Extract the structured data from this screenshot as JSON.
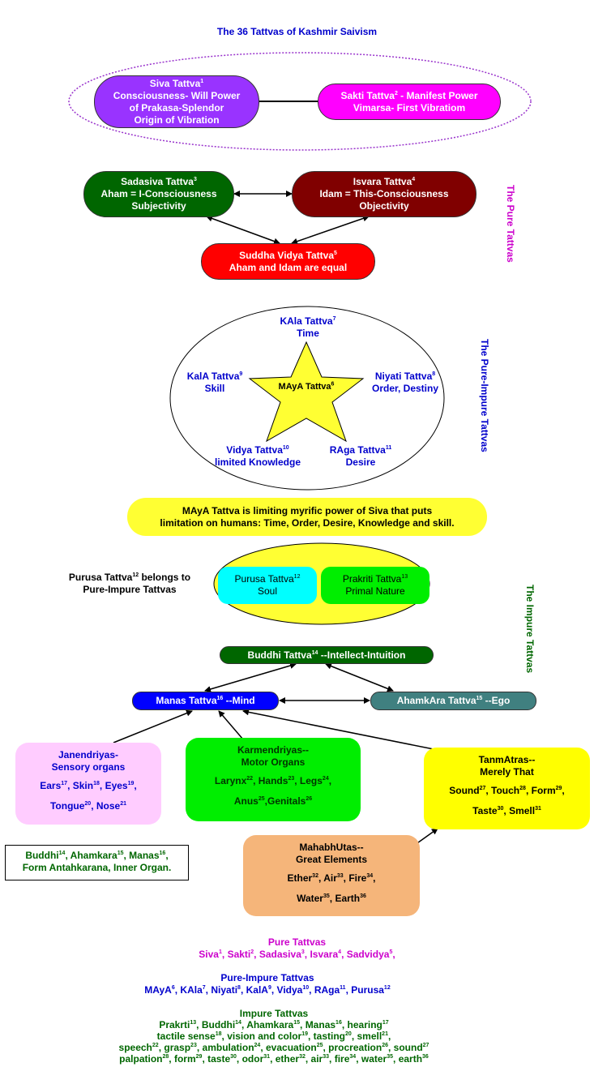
{
  "title": "The 36 Tattvas of Kashmir Saivism",
  "pure_label": "The Pure Tattvas",
  "pure_impure_label": "The Pure-Impure Tattvas",
  "impure_label": "The Impure Tattvas",
  "siva": {
    "name": "Siva Tattva",
    "num": "1",
    "l1": "Consciousness- Will Power",
    "l2": "of Prakasa-Splendor",
    "l3": "Origin of Vibration"
  },
  "sakti": {
    "name": "Sakti Tattva",
    "num": "2",
    "l1suffix": " - Manifest Power",
    "l2": "Vimarsa- First Vibratiom"
  },
  "sadasiva": {
    "name": "Sadasiva Tattva",
    "num": "3",
    "l1": "Aham = I-Consciousness",
    "l2": "Subjectivity"
  },
  "isvara": {
    "name": "Isvara Tattva",
    "num": "4",
    "l1": "Idam = This-Consciousness",
    "l2": "Objectivity"
  },
  "suddha": {
    "name": "Suddha Vidya Tattva",
    "num": "5",
    "l1": "Aham and Idam are equal"
  },
  "kala_time": {
    "name": "KAla Tattva",
    "num": "7",
    "l1": "Time"
  },
  "kala_skill": {
    "name": "KalA Tattva",
    "num": "9",
    "l1": "Skill"
  },
  "niyati": {
    "name": "Niyati Tattva",
    "num": "8",
    "l1": "Order, Destiny"
  },
  "maya_star": {
    "name": "MAyA Tattva",
    "num": "6"
  },
  "vidya": {
    "name": "Vidya Tattva",
    "num": "10",
    "l1": "limited Knowledge"
  },
  "raga": {
    "name": "RAga Tattva",
    "num": "11",
    "l1": "Desire"
  },
  "maya_desc": {
    "l1": "MAyA Tattva is limiting myrific power of Siva that puts",
    "l2": "limitation on humans: Time, Order, Desire, Knowledge and skill."
  },
  "purusa_note": {
    "pre": "Purusa Tattva",
    "num": "12",
    "post": " belongs to",
    "l2": "Pure-Impure Tattvas"
  },
  "purusa": {
    "name": "Purusa Tattva",
    "num": "12",
    "l1": "Soul"
  },
  "prakriti": {
    "name": "Prakriti Tattva",
    "num": "13",
    "l1": "Primal Nature"
  },
  "buddhi": {
    "name": "Buddhi Tattva",
    "num": "14",
    "suffix": " --Intellect-Intuition"
  },
  "manas": {
    "name": "Manas Tattva",
    "num": "16",
    "suffix": " --Mind"
  },
  "ahamkara": {
    "name": "AhamkAra Tattva",
    "num": "15",
    "suffix": " --Ego"
  },
  "janendriyas": {
    "h1": "Janendriyas-",
    "h2": "Sensory organs",
    "items1": [
      {
        "t": "Ears",
        "n": "17"
      },
      {
        "t": "Skin",
        "n": "18"
      },
      {
        "t": "Eyes",
        "n": "19"
      }
    ],
    "items2": [
      {
        "t": "Tongue",
        "n": "20"
      },
      {
        "t": "Nose",
        "n": "21"
      }
    ]
  },
  "karmendriyas": {
    "h1": "Karmendriyas--",
    "h2": "Motor Organs",
    "items1": [
      {
        "t": "Larynx",
        "n": "22"
      },
      {
        "t": "Hands",
        "n": "23"
      },
      {
        "t": "Legs",
        "n": "24"
      }
    ],
    "items2": [
      {
        "t": "Anus",
        "n": "25"
      },
      {
        "t": "Genitals",
        "n": "26"
      }
    ]
  },
  "tanmatras": {
    "h1": "TanmAtras--",
    "h2": "Merely That",
    "items1": [
      {
        "t": "Sound",
        "n": "27"
      },
      {
        "t": "Touch",
        "n": "28"
      },
      {
        "t": "Form",
        "n": "29"
      }
    ],
    "items2": [
      {
        "t": "Taste",
        "n": "30"
      },
      {
        "t": "Smell",
        "n": "31"
      }
    ]
  },
  "mahabhutas": {
    "h1": "MahabhUtas--",
    "h2": "Great Elements",
    "items1": [
      {
        "t": "Ether",
        "n": "32"
      },
      {
        "t": "Air",
        "n": "33"
      },
      {
        "t": "Fire",
        "n": "34"
      }
    ],
    "items2": [
      {
        "t": "Water",
        "n": "35"
      },
      {
        "t": "Earth",
        "n": "36"
      }
    ]
  },
  "antah": {
    "items": [
      {
        "t": "Buddhi",
        "n": "14"
      },
      {
        "t": "Ahamkara",
        "n": "15"
      },
      {
        "t": "Manas",
        "n": "16"
      }
    ],
    "l2": "Form Antahkarana, Inner Organ."
  },
  "summary": {
    "pure_title": "Pure Tattvas",
    "pure_items": [
      {
        "t": "Siva",
        "n": "1"
      },
      {
        "t": "Sakti",
        "n": "2"
      },
      {
        "t": "Sadasiva",
        "n": "3"
      },
      {
        "t": "Isvara",
        "n": "4"
      },
      {
        "t": "Sadvidya",
        "n": "5"
      }
    ],
    "pi_title": "Pure-Impure Tattvas",
    "pi_items": [
      {
        "t": "MAyA",
        "n": "6"
      },
      {
        "t": "KAla",
        "n": "7"
      },
      {
        "t": "Niyati",
        "n": "8"
      },
      {
        "t": "KalA",
        "n": "9"
      },
      {
        "t": "Vidya",
        "n": "10"
      },
      {
        "t": "RAga",
        "n": "11"
      },
      {
        "t": "Purusa",
        "n": "12"
      }
    ],
    "impure_title": "Impure Tattvas",
    "impure_l1": [
      {
        "t": "Prakrti",
        "n": "13"
      },
      {
        "t": "Buddhi",
        "n": "14"
      },
      {
        "t": "Ahamkara",
        "n": "15"
      },
      {
        "t": "Manas",
        "n": "16"
      },
      {
        "t": "hearing",
        "n": "17"
      }
    ],
    "impure_l2": [
      {
        "t": "tactile sense",
        "n": "18"
      },
      {
        "t": "vision and color",
        "n": "19"
      },
      {
        "t": "tasting",
        "n": "20"
      },
      {
        "t": "smell",
        "n": "21"
      }
    ],
    "impure_l3": [
      {
        "t": "speech",
        "n": "22"
      },
      {
        "t": "grasp",
        "n": "23"
      },
      {
        "t": "ambulation",
        "n": "24"
      },
      {
        "t": "evacuation",
        "n": "25"
      },
      {
        "t": "procreation",
        "n": "26"
      },
      {
        "t": "sound",
        "n": "27"
      }
    ],
    "impure_l4": [
      {
        "t": "palpation",
        "n": "28"
      },
      {
        "t": "form",
        "n": "29"
      },
      {
        "t": "taste",
        "n": "30"
      },
      {
        "t": "odor",
        "n": "31"
      },
      {
        "t": "ether",
        "n": "32"
      },
      {
        "t": "air",
        "n": "33"
      },
      {
        "t": "fire",
        "n": "34"
      },
      {
        "t": "water",
        "n": "35"
      },
      {
        "t": "earth",
        "n": "36"
      }
    ]
  },
  "colors": {
    "siva": "#9933ff",
    "sakti": "#ff00ff",
    "sadasiva": "#006600",
    "isvara": "#800000",
    "suddha": "#ff0000",
    "star": "#ffff33",
    "maya_pill": "#ffff33",
    "purusa": "#00ffff",
    "prakriti": "#00ee00",
    "buddhi": "#006600",
    "manas": "#0000ff",
    "ahamkara": "#408080",
    "janendriyas": "#ffccff",
    "karmendriyas": "#00ee00",
    "tanmatras": "#ffff00",
    "mahabhutas": "#f5b57a"
  }
}
